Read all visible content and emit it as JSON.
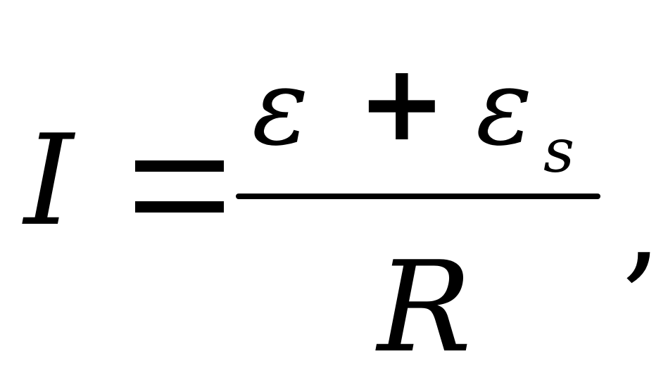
{
  "formula": {
    "lhs": {
      "symbol": "I",
      "equals": "="
    },
    "numerator": {
      "term1": "ε",
      "operator": "+",
      "term2": "ε",
      "term2_subscript": "s"
    },
    "denominator": {
      "symbol": "R"
    },
    "trailing_punctuation": ","
  }
}
